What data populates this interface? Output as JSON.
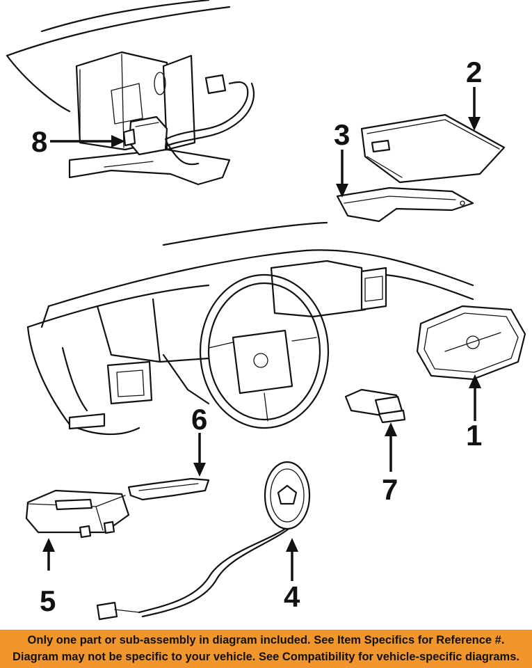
{
  "callouts": {
    "c1": "1",
    "c2": "2",
    "c3": "3",
    "c4": "4",
    "c5": "5",
    "c6": "6",
    "c7": "7",
    "c8": "8"
  },
  "disclaimer": {
    "line1": "Only one part or sub-assembly in diagram included. See Item Specifics for Reference #.",
    "line2": "Diagram may not be specific to your vehicle. See Compatibility for vehicle-specific diagrams."
  },
  "colors": {
    "banner_background": "#f0962c",
    "line_art": "#111111"
  }
}
